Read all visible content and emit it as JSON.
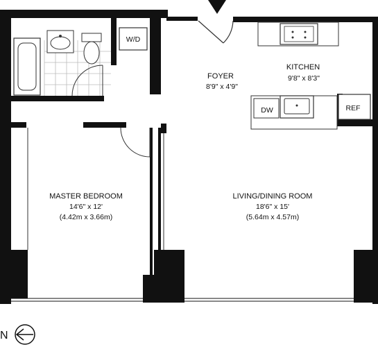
{
  "rooms": {
    "foyer": {
      "name": "FOYER",
      "dims": "8'9\" x 4'9\""
    },
    "kitchen": {
      "name": "KITCHEN",
      "dims": "9'8\" x 8'3\""
    },
    "master_bedroom": {
      "name": "MASTER BEDROOM",
      "dims_imperial": "14'6\" x 12'",
      "dims_metric": "(4.42m x 3.66m)"
    },
    "living_dining": {
      "name": "LIVING/DINING ROOM",
      "dims_imperial": "18'6\" x 15'",
      "dims_metric": "(5.64m x 4.57m)"
    }
  },
  "appliances": {
    "washer_dryer": "W/D",
    "dishwasher": "DW",
    "refrigerator": "REF"
  },
  "compass": {
    "label": "N"
  },
  "colors": {
    "wall": "#111111",
    "fixture": "#333333",
    "floor_tile": "#bbbbbb"
  }
}
